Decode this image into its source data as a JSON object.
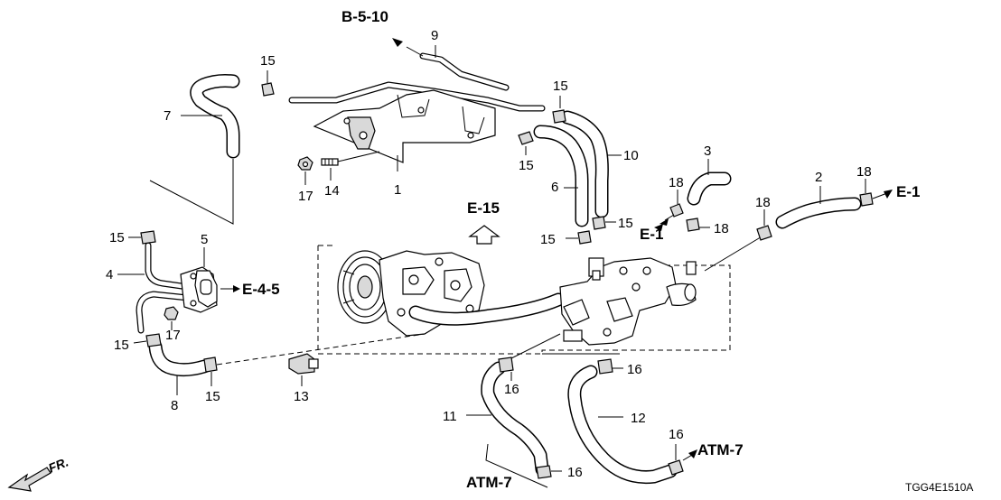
{
  "part_numbers": {
    "p1": "1",
    "p2": "2",
    "p3": "3",
    "p4": "4",
    "p5": "5",
    "p6": "6",
    "p7": "7",
    "p8": "8",
    "p9": "9",
    "p10": "10",
    "p11": "11",
    "p12": "12",
    "p13": "13",
    "p14": "14",
    "p15": "15",
    "p16": "16",
    "p17": "17",
    "p18": "18"
  },
  "references": {
    "b_5_10": "B-5-10",
    "e_15": "E-15",
    "e_1": "E-1",
    "e_4_5": "E-4-5",
    "atm_7": "ATM-7"
  },
  "front_label": "FR.",
  "diagram_code": "TGG4E1510A"
}
